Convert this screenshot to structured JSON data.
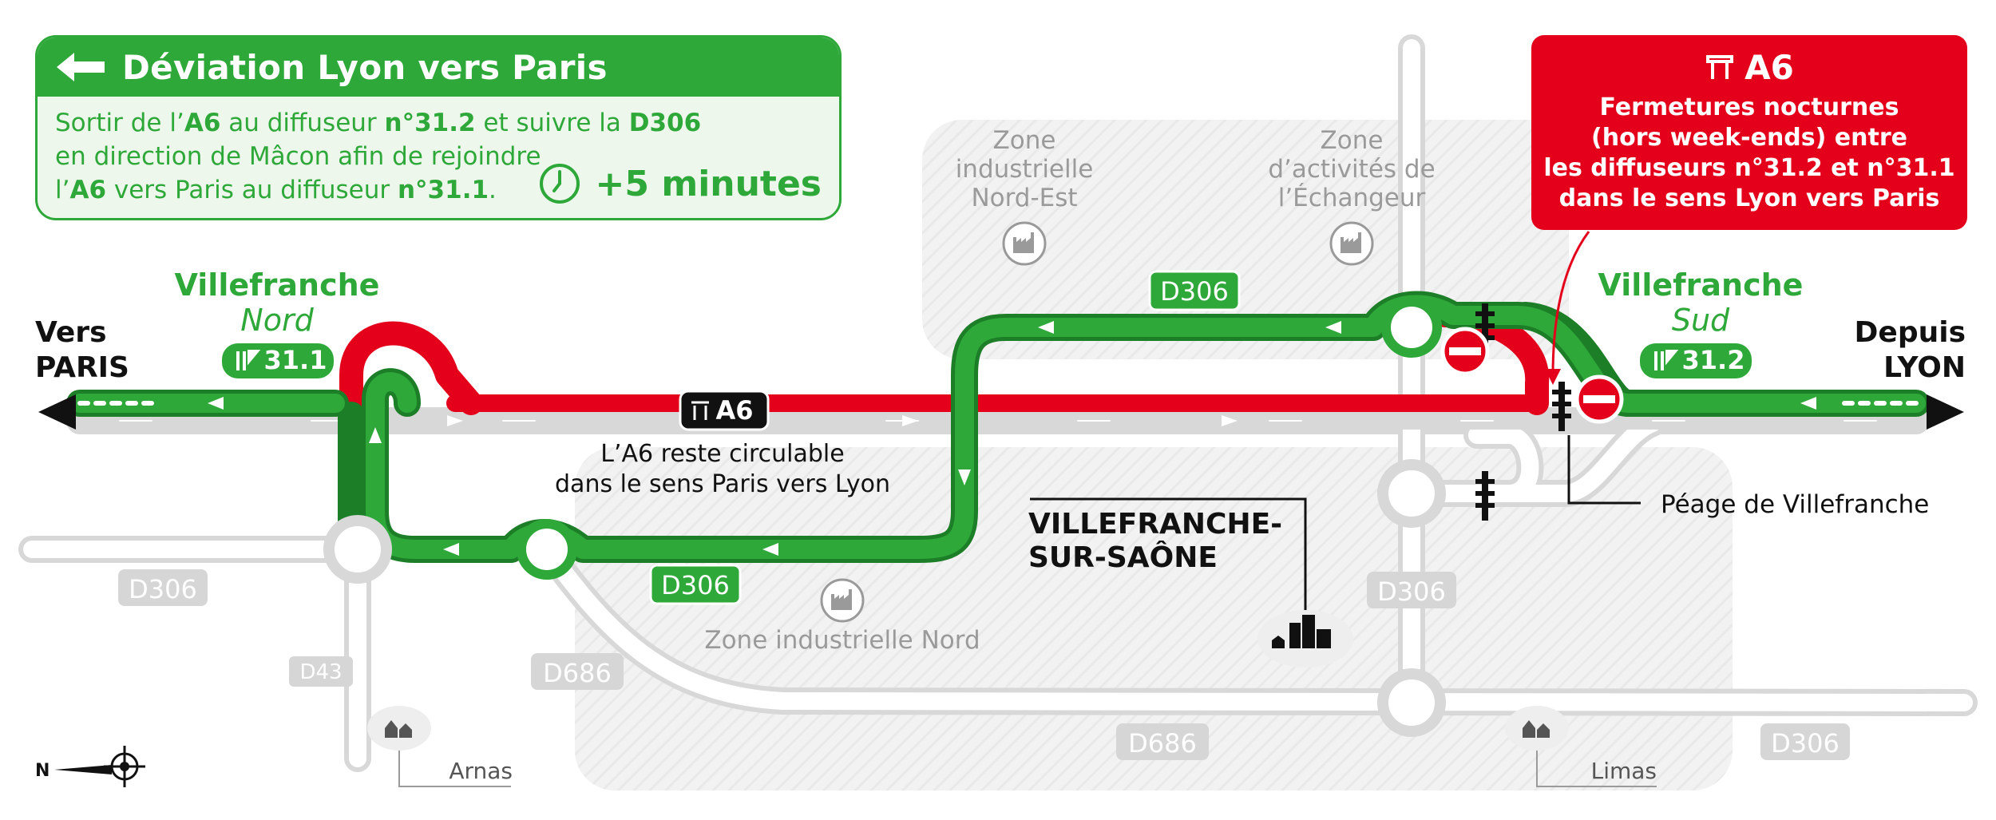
{
  "info_box": {
    "title": "Déviation Lyon vers Paris",
    "line1": [
      "Sortir de l’",
      "A6",
      " au diffuseur ",
      "n°31.2",
      " et suivre la ",
      "D306"
    ],
    "line2": "en direction de Mâcon afin de rejoindre",
    "line3": [
      "l’",
      "A6",
      " vers Paris au diffuseur ",
      "n°31.1",
      "."
    ],
    "delay": "+5 minutes",
    "icons": [
      "left-arrow-icon",
      "clock-icon"
    ]
  },
  "closure_box": {
    "title": "A6",
    "message": "Fermetures nocturnes\n(hors week-ends) entre\nles diffuseurs n°31.2 et n°31.1\ndans le sens Lyon vers Paris",
    "icon": "motorway-icon"
  },
  "endpoints": {
    "left": {
      "line1": "Vers",
      "line2": "PARIS"
    },
    "right": {
      "line1": "Depuis",
      "line2": "LYON"
    }
  },
  "interchanges": {
    "north": {
      "name": "Villefranche",
      "sub": "Nord",
      "number": "31.1"
    },
    "south": {
      "name": "Villefranche",
      "sub": "Sud",
      "number": "31.2"
    }
  },
  "motorway_label": "A6",
  "a6_note": {
    "line1": "L’A6 reste circulable",
    "line2": "dans le sens Paris vers Lyon"
  },
  "road_labels": {
    "d306_green_top": "D306",
    "d306_green_bottom": "D306",
    "d306_gray_left": "D306",
    "d306_gray_mid": "D306",
    "d306_gray_right": "D306",
    "d686_left": "D686",
    "d686_bottom": "D686",
    "d43": "D43"
  },
  "zones": {
    "ne": [
      "Zone",
      "industrielle",
      "Nord-Est"
    ],
    "ech": [
      "Zone",
      "d’activités de",
      "l’Échangeur"
    ],
    "nord": "Zone industrielle Nord"
  },
  "city": {
    "line1": "VILLEFRANCHE-",
    "line2": "SUR-SAÔNE"
  },
  "villages": {
    "arnas": "Arnas",
    "limas": "Limas"
  },
  "toll": "Péage de Villefranche",
  "compass_letter": "N",
  "colors": {
    "green": "#2da839",
    "red": "#e4001b",
    "gray_road": "#dcdcdc",
    "zone_bg": "#f1f1f1",
    "label_gray": "#9a9a9a"
  }
}
